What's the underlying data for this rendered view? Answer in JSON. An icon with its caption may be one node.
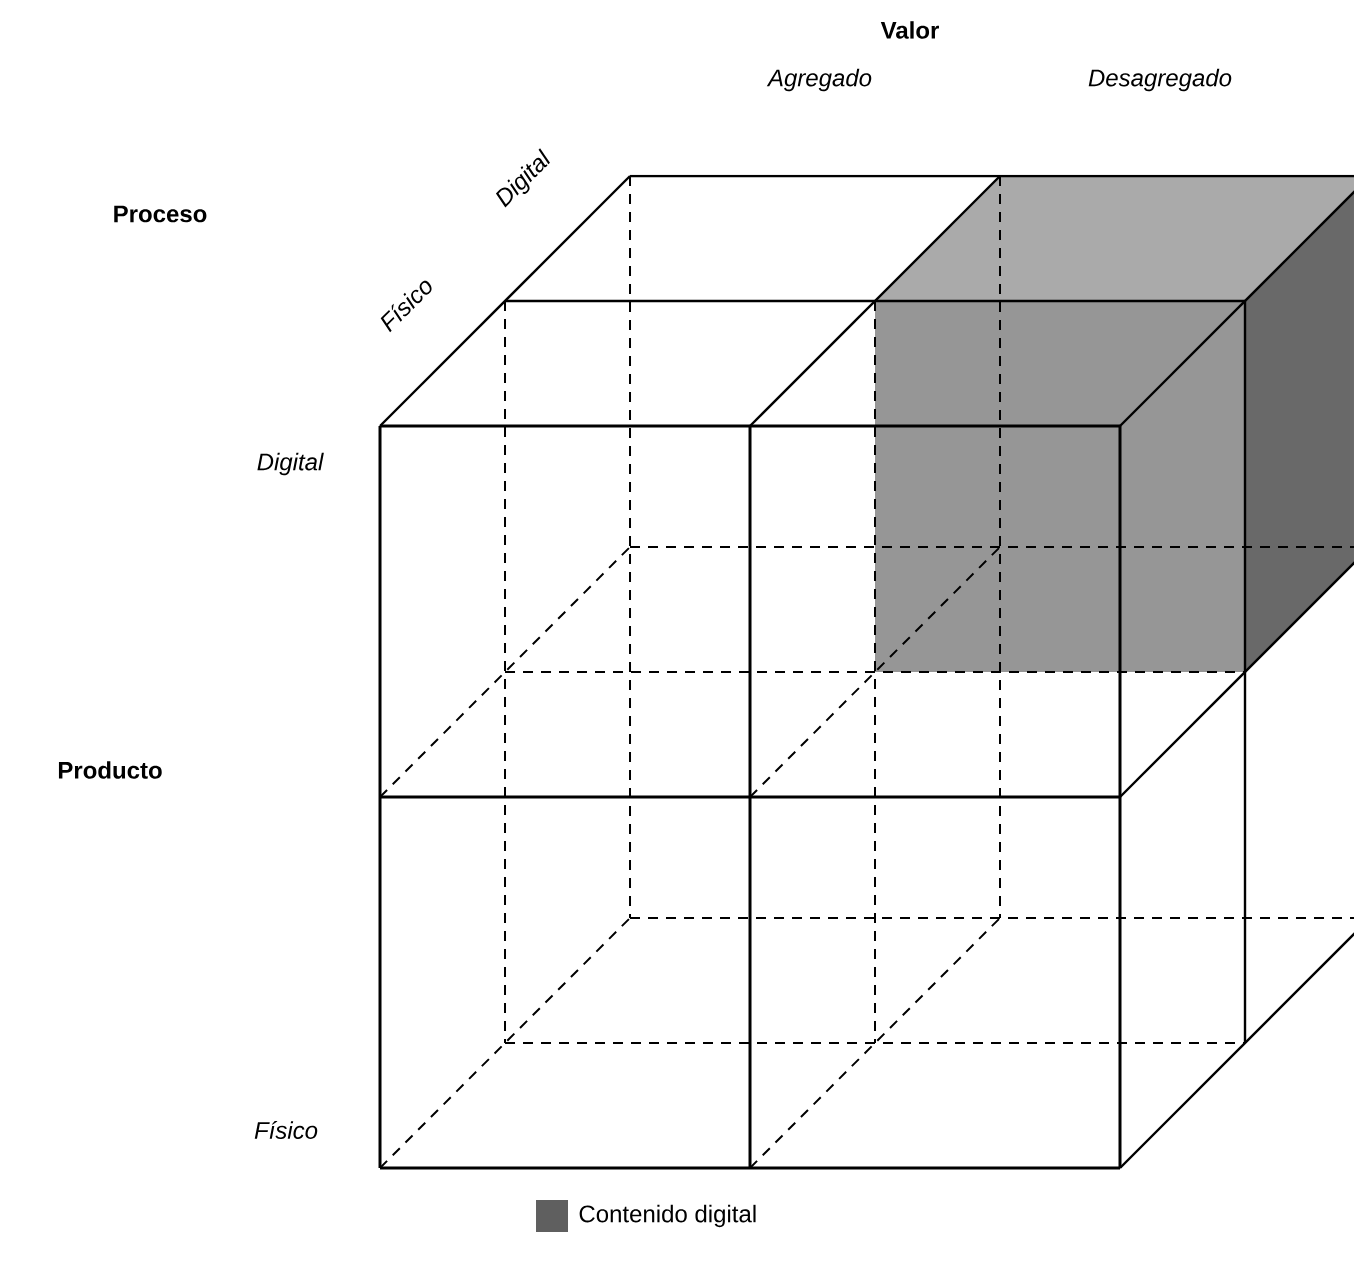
{
  "diagram": {
    "labels": [
      "Valor",
      "Agregado",
      "Desagregado",
      "Proceso",
      "Físico",
      "Digital",
      "Digital",
      "Producto",
      "Físico"
    ],
    "legend": [
      {
        "text": "Contenido digital",
        "color": "#5f5f5f"
      }
    ]
  }
}
